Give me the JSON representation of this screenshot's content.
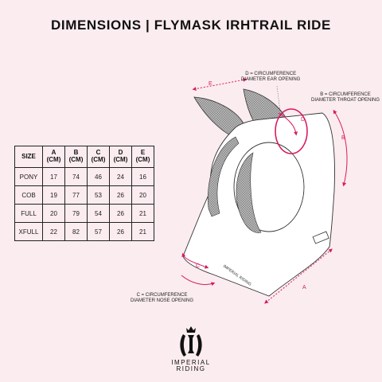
{
  "title": "DIMENSIONS | FLYMASK IRHTRAIL RIDE",
  "table": {
    "headers": [
      {
        "l1": "SIZE",
        "l2": ""
      },
      {
        "l1": "A",
        "l2": "(CM)"
      },
      {
        "l1": "B",
        "l2": "(CM)"
      },
      {
        "l1": "C",
        "l2": "(CM)"
      },
      {
        "l1": "D",
        "l2": "(CM)"
      },
      {
        "l1": "E",
        "l2": "(CM)"
      }
    ],
    "rows": [
      [
        "PONY",
        "17",
        "74",
        "46",
        "24",
        "16"
      ],
      [
        "COB",
        "19",
        "77",
        "53",
        "26",
        "20"
      ],
      [
        "FULL",
        "20",
        "79",
        "54",
        "26",
        "21"
      ],
      [
        "XFULL",
        "22",
        "82",
        "57",
        "26",
        "21"
      ]
    ]
  },
  "labels": {
    "d_line1": "D = CIRCUMFERENCE",
    "d_line2": "DIAMETER EAR OPENING",
    "b_line1": "B = CIRCUMFERENCE",
    "b_line2": "DIAMETER THROAT OPENING",
    "c_line1": "C = CIRCUMFERENCE",
    "c_line2": "DIAMETER NOSE OPENING"
  },
  "markers": {
    "a": "A",
    "b": "B",
    "c": "C",
    "d": "D",
    "e": "E"
  },
  "mask_print": "IMPERIAL RIDING",
  "brand": {
    "line1": "IMPERIAL",
    "line2": "RIDING"
  },
  "colors": {
    "accent": "#d81b60",
    "background": "#fbecef",
    "mask": "#ffffff",
    "mesh": "#9a9a9a"
  }
}
